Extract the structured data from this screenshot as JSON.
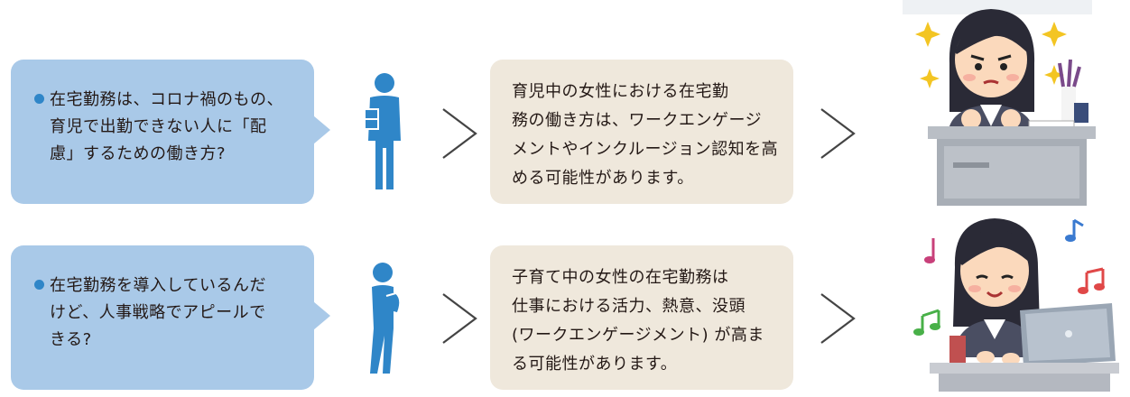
{
  "rows": [
    {
      "question_lines": [
        "在宅勤務は、コロナ禍のもの、",
        "育児で出勤できない人に「配",
        "慮」するための働き方?"
      ],
      "answer_lines": [
        "育児中の女性における在宅勤",
        "務の働き方は、ワークエンゲージ",
        "メントやインクルージョン認知を高",
        "める可能性があります。"
      ],
      "person_icon": "person-holding-document-icon",
      "illustration": "determined-woman-at-desk-icon"
    },
    {
      "question_lines": [
        "在宅勤務を導入しているんだ",
        "けど、人事戦略でアピールで",
        "きる?"
      ],
      "answer_lines": [
        "子育て中の女性の在宅勤務は",
        "仕事における活力、熱意、没頭",
        "(ワークエンゲージメント) が高ま",
        "る可能性があります。"
      ],
      "person_icon": "person-thinking-icon",
      "illustration": "happy-woman-at-laptop-icon"
    }
  ],
  "colors": {
    "question_bg": "#a9c9e8",
    "answer_bg": "#efe8dc",
    "person": "#2f86c8",
    "bullet": "#2f86c8"
  }
}
